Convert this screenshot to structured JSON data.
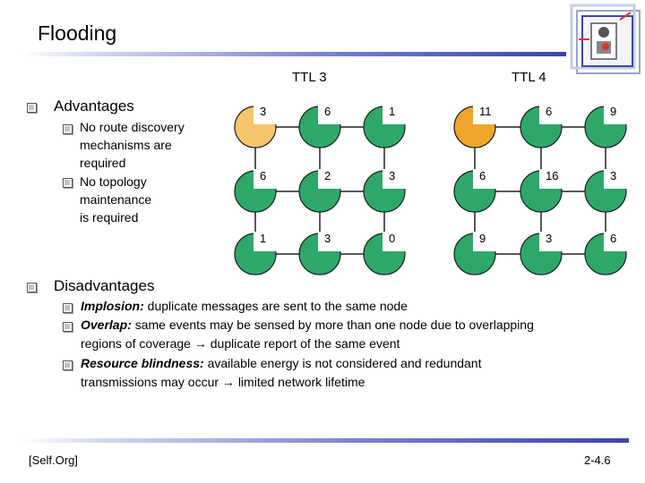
{
  "slide": {
    "title": "Flooding",
    "footer_left": "[Self.Org]",
    "footer_right": "2-4.6"
  },
  "labels": {
    "ttl3": "TTL 3",
    "ttl4": "TTL 4"
  },
  "advantages": {
    "heading": "Advantages",
    "items": [
      {
        "lines": [
          "No route discovery",
          "mechanisms are",
          "required"
        ]
      },
      {
        "lines": [
          "No topology",
          "maintenance",
          "is required"
        ]
      }
    ]
  },
  "disadvantages": {
    "heading": "Disadvantages",
    "items": [
      {
        "term": "Implosion:",
        "lines": [
          "duplicate messages are sent to the same node"
        ]
      },
      {
        "term": "Overlap:",
        "lines": [
          "same events may be sensed by more than one node due to overlapping",
          "regions of coverage → duplicate report of the same event"
        ]
      },
      {
        "term": "Resource blindness:",
        "lines": [
          "available energy is not considered and redundant",
          "transmissions may occur → limited network lifetime"
        ]
      }
    ]
  },
  "grids": {
    "ttl3": {
      "values": [
        [
          "3",
          "6",
          "1"
        ],
        [
          "6",
          "2",
          "3"
        ],
        [
          "1",
          "3",
          "0"
        ]
      ],
      "highlight": [
        0,
        0
      ]
    },
    "ttl4": {
      "values": [
        [
          "11",
          "6",
          "9"
        ],
        [
          "6",
          "16",
          "3"
        ],
        [
          "9",
          "3",
          "6"
        ]
      ],
      "highlight": [
        0,
        0
      ]
    }
  },
  "colors": {
    "node_green": "#2ea86a",
    "node_orange": "#f0a62a",
    "node_orange_ttl3": "#f7c56b",
    "link": "#222222"
  }
}
